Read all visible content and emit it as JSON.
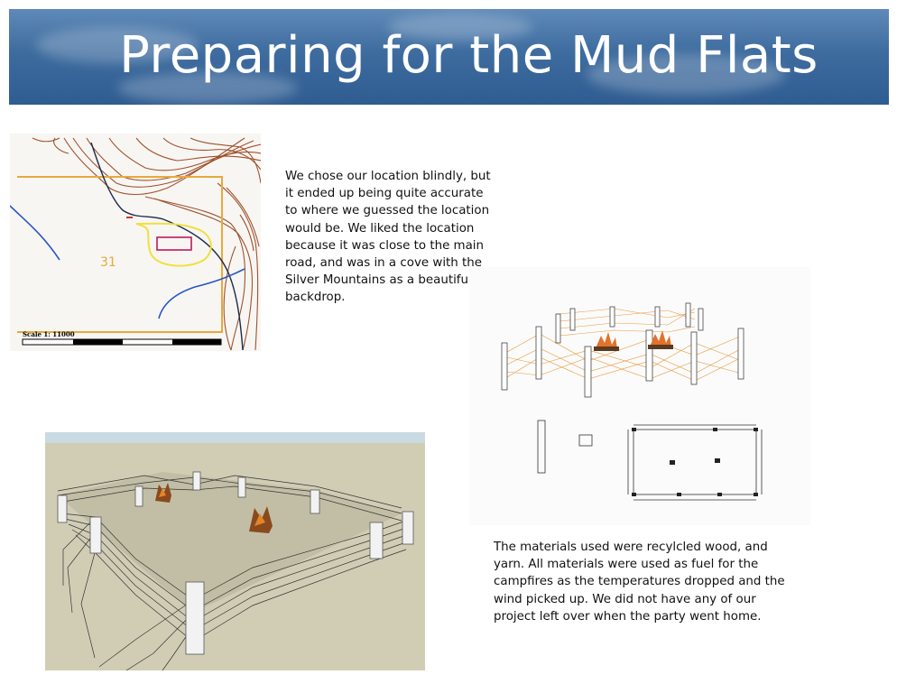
{
  "slide": {
    "title": "Preparing for the Mud Flats",
    "location_paragraph": "We chose our location blindly, but it ended up being quite accurate to where we guessed the location would be.  We liked the location because it was close to the main road, and was in a cove with the Silver Mountains as a beautiful backdrop.",
    "materials_paragraph": "The materials used were recylcled wood, and yarn.  All materials were used as fuel for the campfires as the temperatures dropped and the wind picked up.  We did not have any of our project left over when the party went home."
  },
  "map": {
    "scale_label": "Scale 1: 11000",
    "zone_number": "31"
  },
  "colors": {
    "banner": "#3e6c9f",
    "contour": "#a0522d",
    "yarn": "#e89a3c",
    "map_boundary": "#e8a93a",
    "highlight": "#f0e040",
    "site": "#c2185b",
    "water": "#2a56c6",
    "ground": "#d1cdb5"
  }
}
